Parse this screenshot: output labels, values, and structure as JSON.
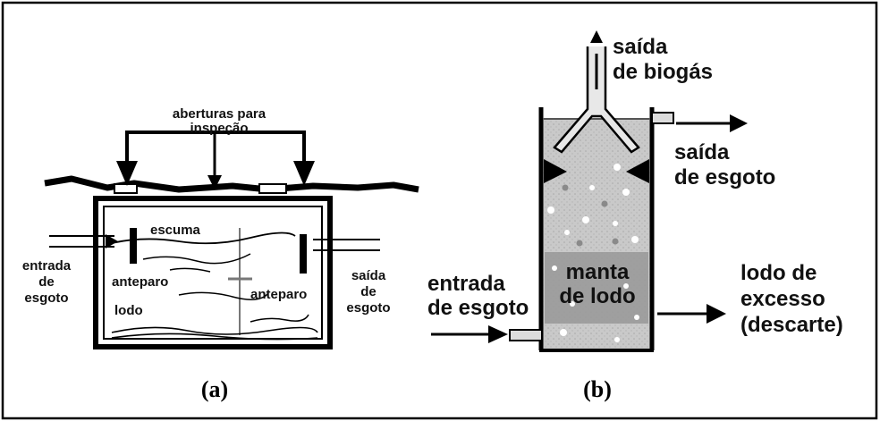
{
  "panel_a": {
    "caption": "(a)",
    "labels": {
      "aberturas": [
        "aberturas para",
        "inspeção"
      ],
      "escuma": "escuma",
      "entrada": [
        "entrada",
        "de",
        "esgoto"
      ],
      "anteparo_left": "anteparo",
      "anteparo_right": "anteparo",
      "lodo": "lodo",
      "saida": [
        "saída",
        "de",
        "esgoto"
      ]
    }
  },
  "panel_b": {
    "caption": "(b)",
    "labels": {
      "biogas": [
        "saída",
        "de biogás"
      ],
      "saida_esgoto": [
        "saída",
        "de esgoto"
      ],
      "manta": [
        "manta",
        "de lodo"
      ],
      "entrada": [
        "entrada",
        "de esgoto"
      ],
      "lodo_excesso": [
        "lodo de",
        "excesso",
        "(descarte)"
      ]
    }
  }
}
